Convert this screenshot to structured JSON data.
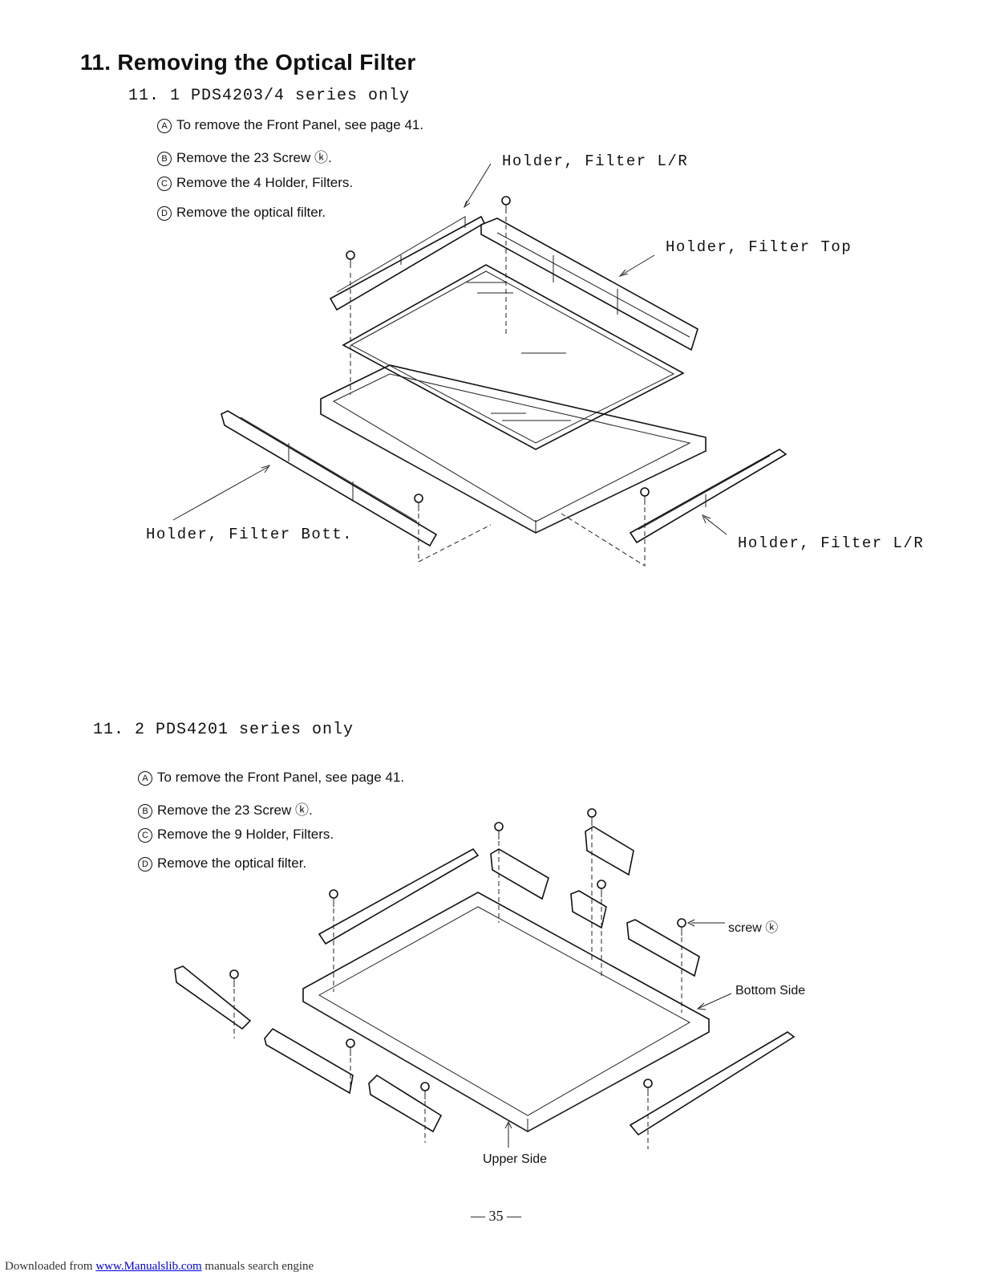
{
  "title": "11.  Removing the Optical Filter",
  "section1": {
    "heading": "11. 1 PDS4203/4 series only",
    "steps": [
      {
        "mark": "A",
        "text": "To remove the Front Panel, see page 41."
      },
      {
        "mark": "B",
        "text": "Remove the 23 Screw ⓚ."
      },
      {
        "mark": "C",
        "text": "Remove the 4 Holder, Filters."
      },
      {
        "mark": "D",
        "text": "Remove the optical filter."
      }
    ],
    "callouts": {
      "holder_lr_top": "Holder, Filter L/R",
      "holder_top": "Holder, Filter Top",
      "holder_bott": "Holder, Filter Bott.",
      "holder_lr_bottom": "Holder, Filter L/R"
    }
  },
  "section2": {
    "heading": "11. 2 PDS4201 series only",
    "steps": [
      {
        "mark": "A",
        "text": "To remove the Front Panel, see page 41."
      },
      {
        "mark": "B",
        "text": "Remove the 23 Screw ⓚ."
      },
      {
        "mark": "C",
        "text": "Remove the 9 Holder, Filters."
      },
      {
        "mark": "D",
        "text": "Remove the optical filter."
      }
    ],
    "callouts": {
      "screw": "screw ⓚ",
      "bottom_side": "Bottom Side",
      "upper_side": "Upper Side"
    }
  },
  "page_number": "— 35 —",
  "footer": {
    "prefix": "Downloaded from ",
    "link": "www.Manualslib.com",
    "suffix": " manuals search engine"
  }
}
